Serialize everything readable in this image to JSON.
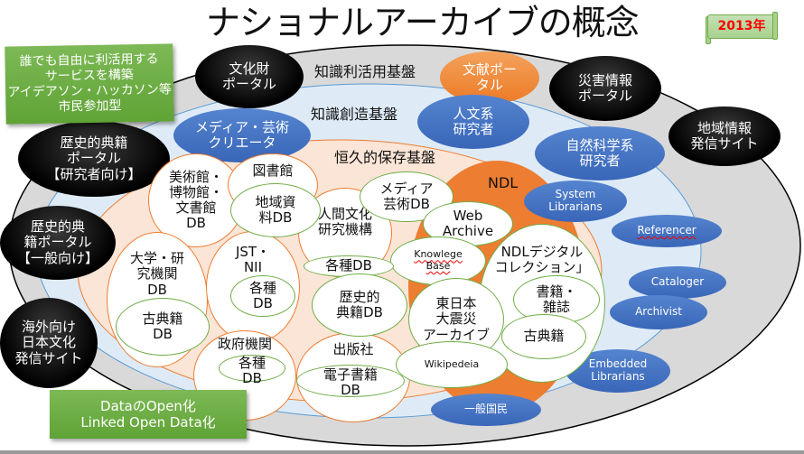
{
  "title": "ナショナルアーカイブの概念",
  "year_badge": "2013年",
  "layers": {
    "outer": "知識利活用基盤",
    "middle": "知識創造基盤",
    "inner": "恒久的保存基盤",
    "core": "NDL"
  },
  "callouts": {
    "citizen": "誰でも自由に利活用する\nサービスを構築\nアイデアソン・ハッカソン等\n市民参加型",
    "open_data": "DataのOpen化\nLinked Open Data化"
  },
  "portals": [
    {
      "id": "bunkazai",
      "label": "文化財\nポータル"
    },
    {
      "id": "bunken",
      "label": "文献ポー\nタル"
    },
    {
      "id": "saigai",
      "label": "災害情報\nポータル"
    },
    {
      "id": "chiiki",
      "label": "地域情報\n発信サイト"
    },
    {
      "id": "rekishi-kenkyu",
      "label": "歴史的典籍\nポータル\n【研究者向け】"
    },
    {
      "id": "rekishi-ippan",
      "label": "歴史的典\n籍ポータル\n【一般向け】"
    },
    {
      "id": "kaigai",
      "label": "海外向け\n日本文化\n発信サイト"
    }
  ],
  "users": [
    {
      "id": "media-creator",
      "label": "メディア・芸術\nクリエータ"
    },
    {
      "id": "jinbun",
      "label": "人文系\n研究者"
    },
    {
      "id": "shizen",
      "label": "自然科学系\n研究者"
    },
    {
      "id": "system-librarians",
      "label": "System\nLibrarians"
    },
    {
      "id": "referencer",
      "label": "Referencer"
    },
    {
      "id": "cataloger",
      "label": "Cataloger"
    },
    {
      "id": "archivist",
      "label": "Archivist"
    },
    {
      "id": "embedded",
      "label": "Embedded\nLibrarians"
    },
    {
      "id": "ippan-kokumin",
      "label": "一般国民"
    }
  ],
  "institutions": [
    {
      "id": "museum",
      "label": "美術館・\n博物館・\n文書館\nDB"
    },
    {
      "id": "library",
      "label": "図書館"
    },
    {
      "id": "ningen-bunka",
      "label": "人間文化\n研究機構"
    },
    {
      "id": "university",
      "label": "大学・研\n究機関\nDB"
    },
    {
      "id": "jst-nii",
      "label": "JST・\nNII"
    },
    {
      "id": "government",
      "label": "政府機関"
    },
    {
      "id": "publisher",
      "label": "出版社"
    },
    {
      "id": "ndl-digital",
      "label": "NDLデジタル\nコレクション」"
    }
  ],
  "databases": [
    {
      "id": "chiiki-shiryo",
      "label": "地域資\n料DB"
    },
    {
      "id": "media-geijutsu",
      "label": "メディア\n芸術DB"
    },
    {
      "id": "web-archive",
      "label": "Web\nArchive"
    },
    {
      "id": "knowledge-base",
      "label": "Knowlege\nBase"
    },
    {
      "id": "kakushu-db",
      "label": "各種DB"
    },
    {
      "id": "jst-kakushu",
      "label": "各種\nDB"
    },
    {
      "id": "rekishiteki-tenseki",
      "label": "歴史的\n典籍DB"
    },
    {
      "id": "higashi-nihon",
      "label": "東日本\n大震災\nアーカイブ"
    },
    {
      "id": "shoseki-zasshi",
      "label": "書籍・\n雑誌"
    },
    {
      "id": "koten-ndl",
      "label": "古典籍"
    },
    {
      "id": "koten-univ",
      "label": "古典籍\nDB"
    },
    {
      "id": "gov-kakushu",
      "label": "各種\nDB"
    },
    {
      "id": "denshi-shoseki",
      "label": "電子書籍\nDB"
    },
    {
      "id": "wikipedia",
      "label": "Wikipedeia"
    }
  ],
  "colors": {
    "outer_ring": "#d9d9d9",
    "middle_ring": "#deebf7",
    "inner_ring": "#fbe5d6",
    "ndl": "#ed7d31",
    "user_blue": "#4472c4",
    "green": "#70ad47",
    "badge_text": "#ff0000"
  }
}
